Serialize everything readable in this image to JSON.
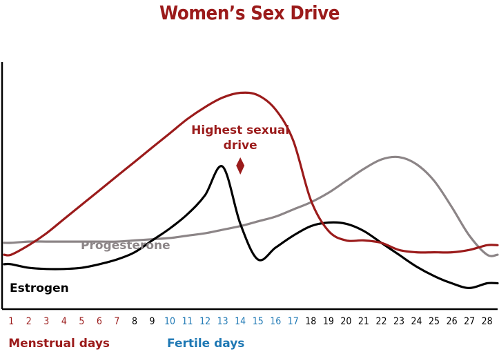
{
  "chart_data": {
    "type": "line",
    "title": "Women’s Sex Drive",
    "x": [
      1,
      2,
      3,
      4,
      5,
      6,
      7,
      8,
      9,
      10,
      11,
      12,
      13,
      14,
      15,
      16,
      17,
      18,
      19,
      20,
      21,
      22,
      23,
      24,
      25,
      26,
      27,
      28
    ],
    "xlim": [
      0.6,
      28.6
    ],
    "ylim": [
      0,
      100
    ],
    "grid": false,
    "series": [
      {
        "name": "Estrogen",
        "color": "#000000",
        "values": [
          18,
          16.5,
          16,
          16,
          16.5,
          18,
          20,
          23,
          28,
          33,
          39,
          47,
          59,
          35,
          20,
          25,
          30,
          34,
          35.5,
          35,
          32,
          27,
          22,
          17,
          13,
          10,
          8,
          10
        ]
      },
      {
        "name": "Progesterone",
        "color": "#8c8587",
        "values": [
          27,
          27.5,
          27.5,
          27.5,
          27.5,
          27.5,
          27.5,
          28,
          28.5,
          29,
          30,
          31,
          32.5,
          34,
          36,
          38,
          41,
          44,
          48,
          53,
          58,
          62,
          63,
          60,
          53,
          42,
          30,
          22
        ]
      },
      {
        "name": "",
        "color": "#9b1b1b",
        "values": [
          22,
          26,
          31,
          37,
          43,
          49,
          55,
          61,
          67,
          73,
          79,
          84,
          88,
          90,
          89,
          83,
          70,
          45,
          32,
          28,
          28,
          27,
          24,
          23,
          23,
          23,
          24,
          26
        ]
      }
    ],
    "annotation": {
      "text_line1": "Highest sexual",
      "text_line2": "drive",
      "x": 14,
      "color": "#9b1b1b"
    },
    "phases": [
      {
        "label": "Menstrual days",
        "from": 1,
        "to": 7,
        "color": "#9b1b1b"
      },
      {
        "label": "Fertile days",
        "from": 10,
        "to": 17,
        "color": "#1e78b4"
      }
    ],
    "neutral_tick_color": "#000000"
  }
}
